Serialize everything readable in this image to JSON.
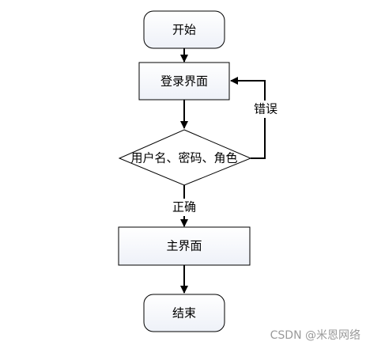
{
  "nodes": {
    "start": {
      "label": "开始"
    },
    "login": {
      "label": "登录界面"
    },
    "decision": {
      "label": "用户名、密码、角色"
    },
    "main": {
      "label": "主界面"
    },
    "end": {
      "label": "结束"
    }
  },
  "edges": {
    "error_label": "错误",
    "ok_label": "正确"
  },
  "watermark": "CSDN @米恩网络",
  "colors": {
    "node_fill": "#fafbff",
    "node_stroke": "#000000",
    "arrow": "#000000"
  }
}
